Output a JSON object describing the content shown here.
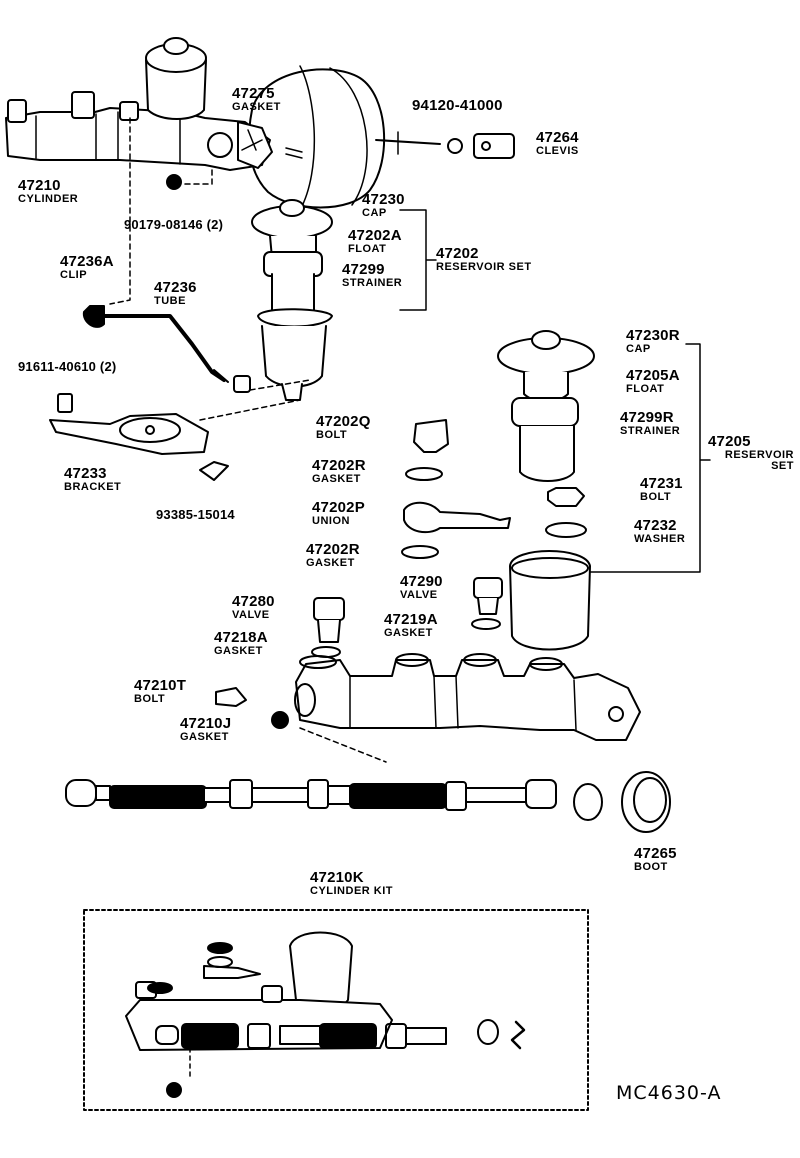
{
  "parts": [
    {
      "id": "p47210",
      "number": "47210",
      "name": "CYLINDER"
    },
    {
      "id": "p47275",
      "number": "47275",
      "name": "GASKET"
    },
    {
      "id": "p94120",
      "number": "94120-41000",
      "name": ""
    },
    {
      "id": "p47264",
      "number": "47264",
      "name": "CLEVIS"
    },
    {
      "id": "p90179",
      "number": "90179-08146 (2)",
      "name": ""
    },
    {
      "id": "p47230",
      "number": "47230",
      "name": "CAP"
    },
    {
      "id": "p47202A",
      "number": "47202A",
      "name": "FLOAT"
    },
    {
      "id": "p47202",
      "number": "47202",
      "name": "RESERVOIR SET"
    },
    {
      "id": "p47299",
      "number": "47299",
      "name": "STRAINER"
    },
    {
      "id": "p47236A",
      "number": "47236A",
      "name": "CLIP"
    },
    {
      "id": "p47236",
      "number": "47236",
      "name": "TUBE"
    },
    {
      "id": "p91611",
      "number": "91611-40610 (2)",
      "name": ""
    },
    {
      "id": "p47233",
      "number": "47233",
      "name": "BRACKET"
    },
    {
      "id": "p93385",
      "number": "93385-15014",
      "name": ""
    },
    {
      "id": "p47230R",
      "number": "47230R",
      "name": "CAP"
    },
    {
      "id": "p47205A",
      "number": "47205A",
      "name": "FLOAT"
    },
    {
      "id": "p47299R",
      "number": "47299R",
      "name": "STRAINER"
    },
    {
      "id": "p47205",
      "number": "47205",
      "name": "RESERVOIR SET"
    },
    {
      "id": "p47202Q",
      "number": "47202Q",
      "name": "BOLT"
    },
    {
      "id": "p47202R_a",
      "number": "47202R",
      "name": "GASKET"
    },
    {
      "id": "p47231",
      "number": "47231",
      "name": "BOLT"
    },
    {
      "id": "p47202P",
      "number": "47202P",
      "name": "UNION"
    },
    {
      "id": "p47232",
      "number": "47232",
      "name": "WASHER"
    },
    {
      "id": "p47202R_b",
      "number": "47202R",
      "name": "GASKET"
    },
    {
      "id": "p47290",
      "number": "47290",
      "name": "VALVE"
    },
    {
      "id": "p47280",
      "number": "47280",
      "name": "VALVE"
    },
    {
      "id": "p47219A",
      "number": "47219A",
      "name": "GASKET"
    },
    {
      "id": "p47218A",
      "number": "47218A",
      "name": "GASKET"
    },
    {
      "id": "p47210T",
      "number": "47210T",
      "name": "BOLT"
    },
    {
      "id": "p47210J",
      "number": "47210J",
      "name": "GASKET"
    },
    {
      "id": "p47265",
      "number": "47265",
      "name": "BOOT"
    },
    {
      "id": "p47210K",
      "number": "47210K",
      "name": "CYLINDER KIT"
    }
  ],
  "drawing_code": "MC4630-A"
}
